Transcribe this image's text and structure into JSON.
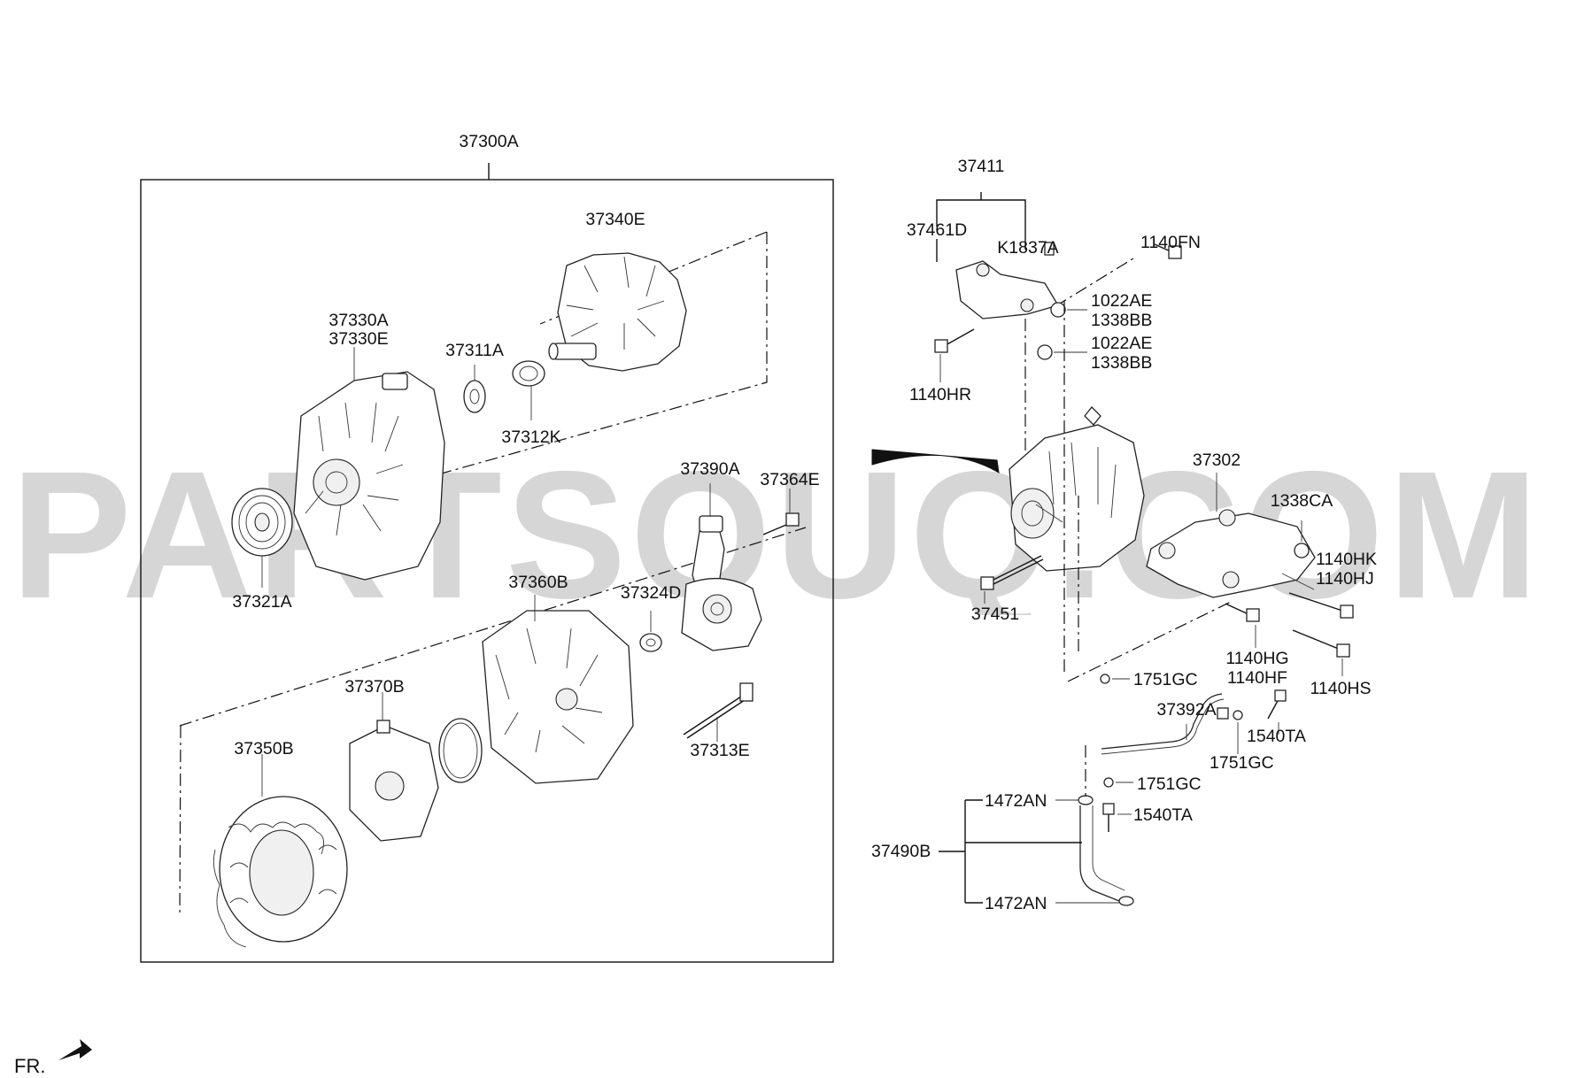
{
  "watermark": "PARTSOUQ.COM",
  "footer": {
    "direction_label": "FR."
  },
  "labels": {
    "l37300A": "37300A",
    "l37340E": "37340E",
    "l37330A": "37330A",
    "l37330E": "37330E",
    "l37311A": "37311A",
    "l37312K": "37312K",
    "l37321A": "37321A",
    "l37390A": "37390A",
    "l37364E": "37364E",
    "l37360B": "37360B",
    "l37324D": "37324D",
    "l37370B": "37370B",
    "l37350B": "37350B",
    "l37313E": "37313E",
    "l37411": "37411",
    "l37461D": "37461D",
    "lK1837A": "K1837A",
    "l1140FN": "1140FN",
    "l1022AE_1": "1022AE",
    "l1338BB_1": "1338BB",
    "l1022AE_2": "1022AE",
    "l1338BB_2": "1338BB",
    "l1140HR": "1140HR",
    "l37302": "37302",
    "l1338CA": "1338CA",
    "l1140HK": "1140HK",
    "l1140HJ": "1140HJ",
    "l37451": "37451",
    "l1140HG": "1140HG",
    "l1140HF": "1140HF",
    "l1140HS": "1140HS",
    "l1751GC_1": "1751GC",
    "l37392A": "37392A",
    "l1540TA_1": "1540TA",
    "l1751GC_2": "1751GC",
    "l1751GC_3": "1751GC",
    "l1472AN_1": "1472AN",
    "l1540TA_2": "1540TA",
    "l37490B": "37490B",
    "l1472AN_2": "1472AN"
  }
}
